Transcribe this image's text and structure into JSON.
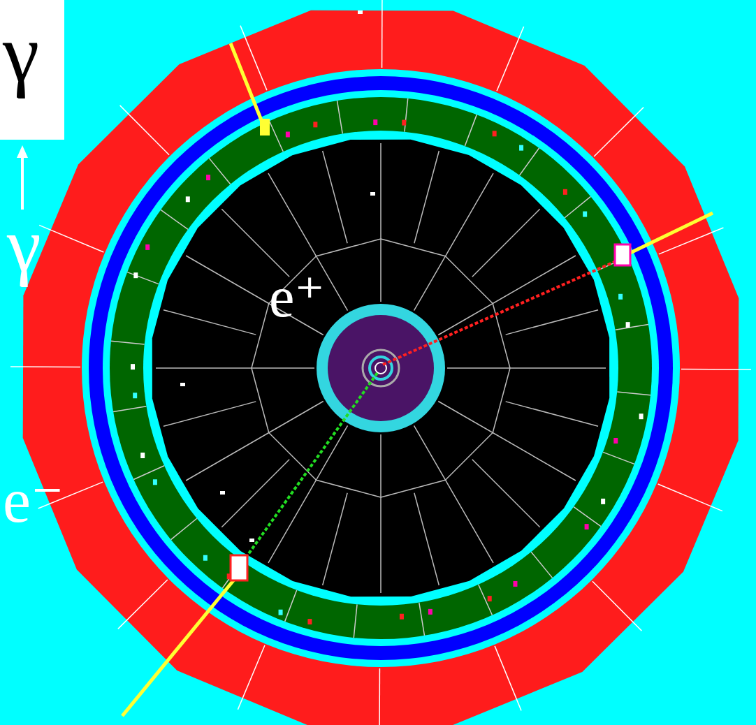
{
  "diagram": {
    "labels": [
      "γ",
      "γ",
      "e⁺",
      "e⁻"
    ]
  }
}
